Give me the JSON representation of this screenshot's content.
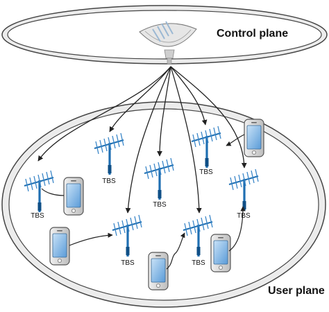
{
  "labels": {
    "control_plane": "Control plane",
    "user_plane": "User plane",
    "tbs": "TBS"
  },
  "colors": {
    "ring_stroke": "#4a4a4a",
    "ring_fill": "#f3f3f3",
    "inner_fill": "#ffffff",
    "antenna": "#1f6fb2",
    "antenna_dark": "#0f4f86",
    "phone_body": "#d9d9d9",
    "phone_screen": "#7fb6e6",
    "arrow": "#222222"
  },
  "icons": {
    "controller": "satellite-dish-icon",
    "base_station": "yagi-antenna-icon",
    "terminal": "smartphone-icon"
  }
}
